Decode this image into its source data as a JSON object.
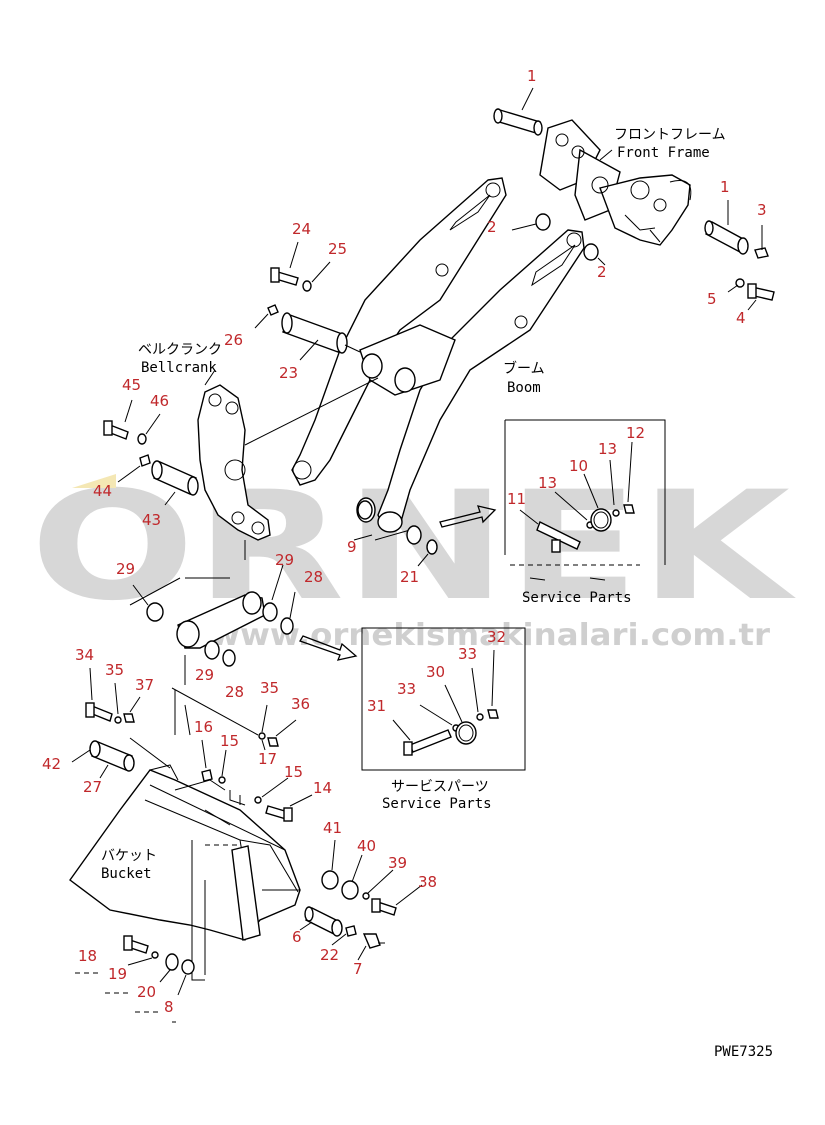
{
  "labels": {
    "front_frame_jp": "フロントフレーム",
    "front_frame_en": "Front Frame",
    "bellcrank_jp": "ベルクランク",
    "bellcrank_en": "Bellcrank",
    "boom_jp": "ブーム",
    "boom_en": "Boom",
    "service_parts_1": "Service Parts",
    "service_parts_jp": "サービスパーツ",
    "service_parts_2": "Service Parts",
    "bucket_jp": "バケット",
    "bucket_en": "Bucket",
    "drawing_code": "PWE7325"
  },
  "watermark": {
    "brand": "ORNEK",
    "url": "www.ornekismakinalari.com.tr"
  },
  "colors": {
    "part_number": "#c0282b",
    "line": "#000000",
    "watermark": "#d7d7d7"
  },
  "callouts": [
    {
      "id": "c1a",
      "text": "1"
    },
    {
      "id": "c1b",
      "text": "1"
    },
    {
      "id": "c2a",
      "text": "2"
    },
    {
      "id": "c2b",
      "text": "2"
    },
    {
      "id": "c3",
      "text": "3"
    },
    {
      "id": "c4",
      "text": "4"
    },
    {
      "id": "c5",
      "text": "5"
    },
    {
      "id": "c6",
      "text": "6"
    },
    {
      "id": "c7",
      "text": "7"
    },
    {
      "id": "c8",
      "text": "8"
    },
    {
      "id": "c9",
      "text": "9"
    },
    {
      "id": "c10",
      "text": "10"
    },
    {
      "id": "c11",
      "text": "11"
    },
    {
      "id": "c12",
      "text": "12"
    },
    {
      "id": "c13a",
      "text": "13"
    },
    {
      "id": "c13b",
      "text": "13"
    },
    {
      "id": "c14",
      "text": "14"
    },
    {
      "id": "c15a",
      "text": "15"
    },
    {
      "id": "c15b",
      "text": "15"
    },
    {
      "id": "c16",
      "text": "16"
    },
    {
      "id": "c17",
      "text": "17"
    },
    {
      "id": "c18",
      "text": "18"
    },
    {
      "id": "c19",
      "text": "19"
    },
    {
      "id": "c20",
      "text": "20"
    },
    {
      "id": "c21",
      "text": "21"
    },
    {
      "id": "c22",
      "text": "22"
    },
    {
      "id": "c23",
      "text": "23"
    },
    {
      "id": "c24",
      "text": "24"
    },
    {
      "id": "c25",
      "text": "25"
    },
    {
      "id": "c26",
      "text": "26"
    },
    {
      "id": "c27",
      "text": "27"
    },
    {
      "id": "c28a",
      "text": "28"
    },
    {
      "id": "c28b",
      "text": "28"
    },
    {
      "id": "c29a",
      "text": "29"
    },
    {
      "id": "c29b",
      "text": "29"
    },
    {
      "id": "c29c",
      "text": "29"
    },
    {
      "id": "c30",
      "text": "30"
    },
    {
      "id": "c31",
      "text": "31"
    },
    {
      "id": "c32",
      "text": "32"
    },
    {
      "id": "c33a",
      "text": "33"
    },
    {
      "id": "c33b",
      "text": "33"
    },
    {
      "id": "c34",
      "text": "34"
    },
    {
      "id": "c35a",
      "text": "35"
    },
    {
      "id": "c35b",
      "text": "35"
    },
    {
      "id": "c36",
      "text": "36"
    },
    {
      "id": "c37",
      "text": "37"
    },
    {
      "id": "c38",
      "text": "38"
    },
    {
      "id": "c39",
      "text": "39"
    },
    {
      "id": "c40",
      "text": "40"
    },
    {
      "id": "c41",
      "text": "41"
    },
    {
      "id": "c42",
      "text": "42"
    },
    {
      "id": "c43",
      "text": "43"
    },
    {
      "id": "c44",
      "text": "44"
    },
    {
      "id": "c45",
      "text": "45"
    },
    {
      "id": "c46",
      "text": "46"
    }
  ]
}
